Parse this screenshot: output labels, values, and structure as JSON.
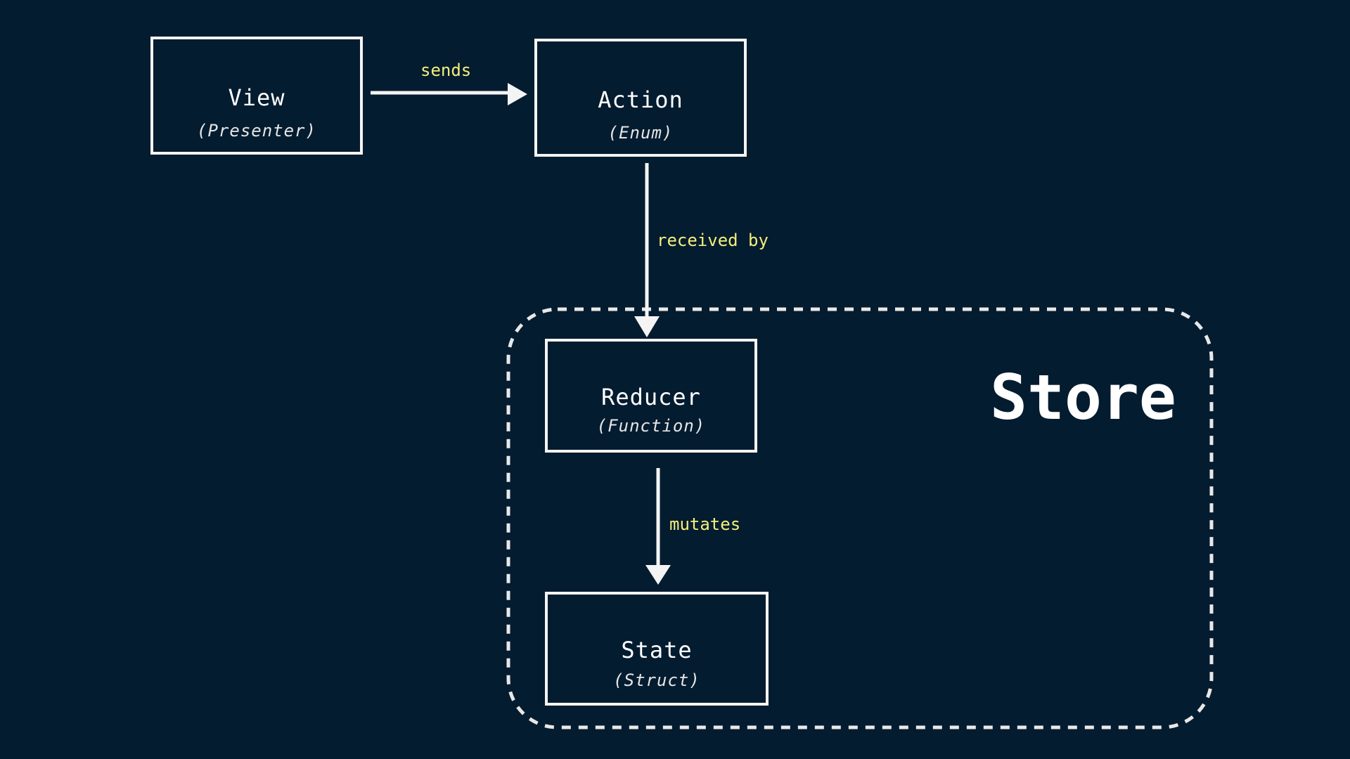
{
  "nodes": {
    "view": {
      "title": "View",
      "subtitle": "(Presenter)"
    },
    "action": {
      "title": "Action",
      "subtitle": "(Enum)"
    },
    "reducer": {
      "title": "Reducer",
      "subtitle": "(Function)"
    },
    "state": {
      "title": "State",
      "subtitle": "(Struct)"
    }
  },
  "edges": {
    "view_to_action": "sends",
    "action_to_reducer": "received by",
    "reducer_to_state": "mutates"
  },
  "store": {
    "label": "Store"
  },
  "colors": {
    "background": "#041c30",
    "stroke": "#f4f4f4",
    "edge_label": "#f3ef7a"
  }
}
